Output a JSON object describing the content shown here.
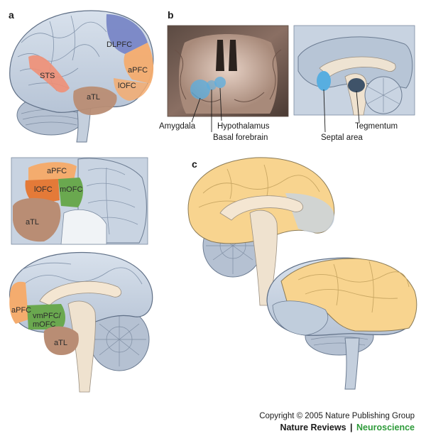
{
  "panels": {
    "a": "a",
    "b": "b",
    "c": "c"
  },
  "panel_a": {
    "lateral_labels": {
      "dlpfc": "DLPFC",
      "apfc": "aPFC",
      "sts": "STS",
      "lofc": "lOFC",
      "atl": "aTL"
    },
    "ventral_labels": {
      "apfc": "aPFC",
      "lofc": "lOFC",
      "mofc": "mOFC",
      "atl": "aTL"
    },
    "medial_labels": {
      "apfc": "aPFC",
      "vmpfc": "vmPFC/",
      "mofc": "mOFC",
      "atl": "aTL"
    }
  },
  "panel_b": {
    "labels": {
      "amygdala": "Amygdala",
      "hypothalamus": "Hypothalamus",
      "basal_forebrain": "Basal forebrain",
      "tegmentum": "Tegmentum",
      "septal_area": "Septal area"
    }
  },
  "colors": {
    "brain_base": "#c7d3e2",
    "dlpfc": "#7886c6",
    "apfc": "#f4ac6e",
    "sts": "#ef8f76",
    "atl": "#b98d74",
    "lofc": "#e47a38",
    "mofc": "#6aa84f",
    "cortex_highlight": "#f8d48f",
    "highlight_blue": "#58aee0"
  },
  "footer": {
    "copyright": "Copyright © 2005 Nature Publishing Group",
    "brand_main": "Nature Reviews",
    "separator": "|",
    "brand_sub": "Neuroscience"
  }
}
